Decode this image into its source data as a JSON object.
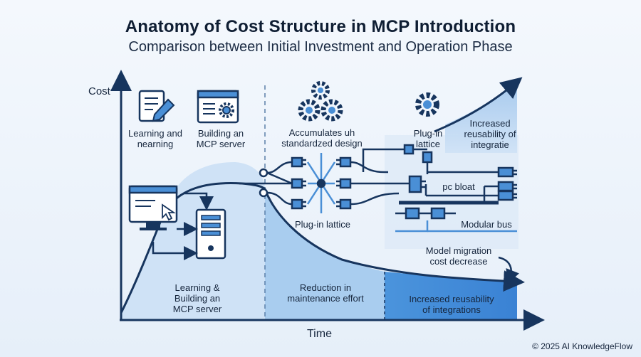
{
  "header": {
    "title": "Anatomy of Cost Structure in MCP Introduction",
    "subtitle": "Comparison between Initial Investment and Operation Phase"
  },
  "axes": {
    "y_label": "Cost",
    "x_label": "Time"
  },
  "top_labels": {
    "learning": "Learning and\nnearning",
    "building": "Building an\nMCP server",
    "accumulates": "Accumulates uh\nstandardzed design",
    "plugin_top": "Plug-in\nlattice",
    "reusability_top": "Increased\nreusability of\nintegratie"
  },
  "mid_labels": {
    "plugin_lattice": "Plug-in lattice",
    "pc_bloat": "pc bloat",
    "modular_bus": "Modular bus",
    "model_migration": "Model migration\ncost decrease"
  },
  "phases": {
    "phase1": "Learning &\nBuilding an\nMCP server",
    "phase2": "Reduction in\nmaintenance effort",
    "phase3": "Increased reusability\nof integrations"
  },
  "footer": {
    "copyright": "© 2025 AI KnowledgeFlow"
  },
  "colors": {
    "navy": "#17355e",
    "blue_mid": "#4a8fd6",
    "blue_light": "#bcd7f2",
    "blue_dark": "#3c86d6"
  },
  "icons": [
    "document-pencil-icon",
    "browser-gear-icon",
    "gears-icon",
    "gear-icon",
    "monitor-cursor-icon",
    "server-tower-icon",
    "plug-icon"
  ]
}
